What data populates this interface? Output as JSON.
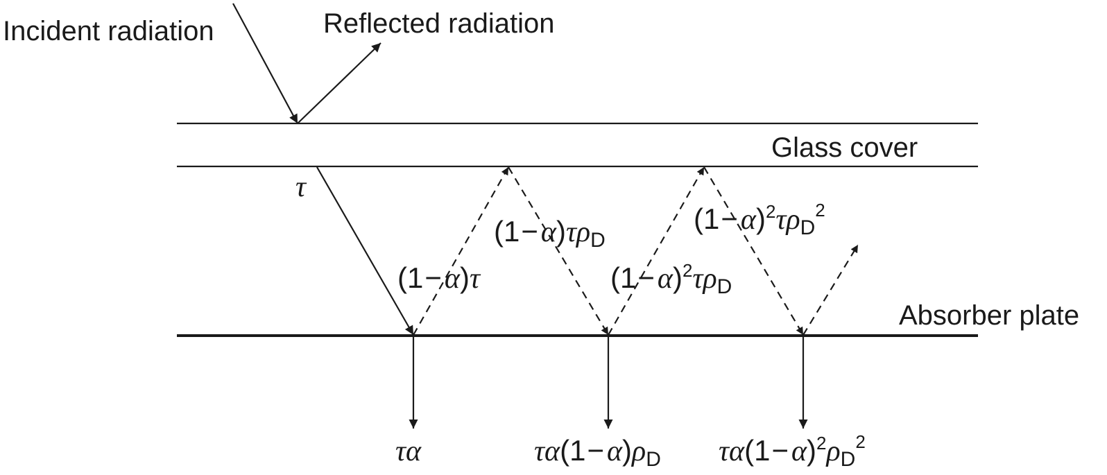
{
  "labels": {
    "incident": "Incident radiation",
    "reflected": "Reflected radiation",
    "glass_cover": "Glass cover",
    "absorber_plate": "Absorber plate"
  },
  "symbols": {
    "tau": "τ",
    "alpha": "α",
    "rho": "ρ",
    "one": "1",
    "minus": "−",
    "open": "(",
    "close": ")",
    "sub_d": "D",
    "sup_2": "2"
  }
}
